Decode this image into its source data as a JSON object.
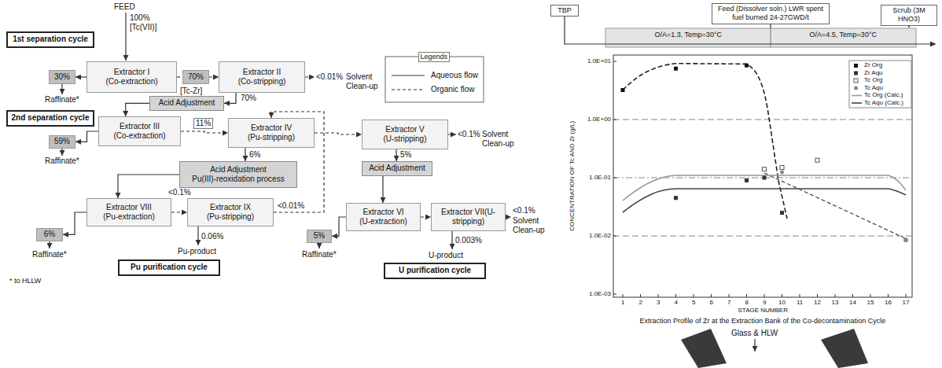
{
  "diagram": {
    "nodes": [
      {
        "text": [
          "1st separation cycle"
        ]
      },
      {
        "text": [
          "30%"
        ]
      },
      {
        "text": [
          "Extractor I",
          "(Co-extraction)"
        ]
      },
      {
        "text": [
          "70%"
        ]
      },
      {
        "text": [
          "Extractor II",
          "(Co-stripping)"
        ]
      },
      {
        "text": [
          "2nd separation cycle"
        ]
      },
      {
        "text": [
          "Acid Adjustment"
        ]
      },
      {
        "text": [
          "Extractor III",
          "(Co-extraction)"
        ]
      },
      {
        "text": [
          "Extractor IV",
          "(Pu-stripping)"
        ]
      },
      {
        "text": [
          "Extractor V",
          "(U-stripping)"
        ]
      },
      {
        "text": [
          "59%"
        ]
      },
      {
        "text": [
          "Acid Adjustment",
          "Pu(III)-reoxidation process"
        ]
      },
      {
        "text": [
          "Acid Adjustment"
        ]
      },
      {
        "text": [
          "Extractor VIII",
          "(Pu-extraction)"
        ]
      },
      {
        "text": [
          "Extractor IX",
          "(Pu-stripping)"
        ]
      },
      {
        "text": [
          "Extractor VI",
          "(U-extraction)"
        ]
      },
      {
        "text": [
          "Extractor VII(U-stripping)"
        ]
      },
      {
        "text": [
          "6%"
        ]
      },
      {
        "text": [
          "5%"
        ]
      },
      {
        "text": [
          "Pu purification cycle"
        ]
      },
      {
        "text": [
          "U purification cycle"
        ]
      },
      {
        "text": [
          "TBP"
        ]
      },
      {
        "text": [
          "Feed (Dissolver soln.) LWR spent fuel burned 24-27GWD/t"
        ]
      },
      {
        "text": [
          "Scrub (3M HNO3)"
        ]
      }
    ],
    "edges": [
      {
        "from": 2,
        "to": 1,
        "arrow": "to"
      },
      {
        "from": 2,
        "to": 3,
        "arrow": "none"
      },
      {
        "from": 3,
        "to": 4,
        "arrow": "to"
      },
      {
        "from": 4,
        "to": 6,
        "label": "70%",
        "arrow": "to"
      },
      {
        "from": 6,
        "to": 7,
        "arrow": "to"
      },
      {
        "from": 7,
        "to": 8,
        "label": "11%",
        "arrow": "to"
      },
      {
        "from": 8,
        "to": 9,
        "arrow": "to"
      },
      {
        "from": 7,
        "to": 10,
        "arrow": "to"
      },
      {
        "from": 8,
        "to": 11,
        "label": "6%",
        "arrow": "to"
      },
      {
        "from": 9,
        "to": 12,
        "label": "5%",
        "arrow": "to"
      },
      {
        "from": 14,
        "to": 8,
        "label": "<0.01%",
        "arrow": "to"
      },
      {
        "from": 11,
        "to": 13,
        "arrow": "to"
      },
      {
        "from": 13,
        "to": 14,
        "label": "<0.1%",
        "arrow": "to"
      },
      {
        "from": 13,
        "to": 17,
        "arrow": "to"
      },
      {
        "from": 12,
        "to": 15,
        "arrow": "to"
      },
      {
        "from": 15,
        "to": 16,
        "arrow": "to"
      },
      {
        "from": 15,
        "to": 18,
        "arrow": "to"
      }
    ],
    "labels": [
      "FEED",
      "100%",
      "[Tc(VII)]",
      "[Tc-Zr]",
      "Raffinate*",
      "<0.01%",
      "Solvent Clean-up",
      "Legends",
      "Raffinate*",
      "<0.1%",
      "Solvent Clean-up",
      "Raffinate*",
      "0.06%",
      "Pu-product",
      "Raffinate*",
      "0.003%",
      "U-product",
      "<0.1%",
      "Solvent Clean-up",
      "* to HLLW",
      "O/A=1.3, Temp=30°C",
      "O/A=4.5, Temp=30°C",
      "1.0E+01",
      "1.0E+00",
      "1.0E-01",
      "1.0E-02",
      "1.0E-03",
      "1",
      "2",
      "3",
      "4",
      "5",
      "6",
      "7",
      "8",
      "9",
      "10",
      "11",
      "12",
      "13",
      "14",
      "15",
      "16",
      "17",
      "STAGE NUMBER",
      "CONCENTRATION OF Tc AND Zr (g/L)",
      "Extraction Profile of Zr at the Extraction Bank of the Co-decontamination Cycle",
      "Glass & HLW"
    ],
    "legend": [
      {
        "text": "Aqueous flow"
      },
      {
        "text": "Organic flow"
      },
      {
        "text": "Zr Org"
      },
      {
        "text": "Zr Aqu"
      },
      {
        "text": "Tc Org"
      },
      {
        "text": "Tc Aqu"
      },
      {
        "text": "Tc Org (Calc.)"
      },
      {
        "text": "Tc Aqu (Calc.)"
      }
    ]
  }
}
